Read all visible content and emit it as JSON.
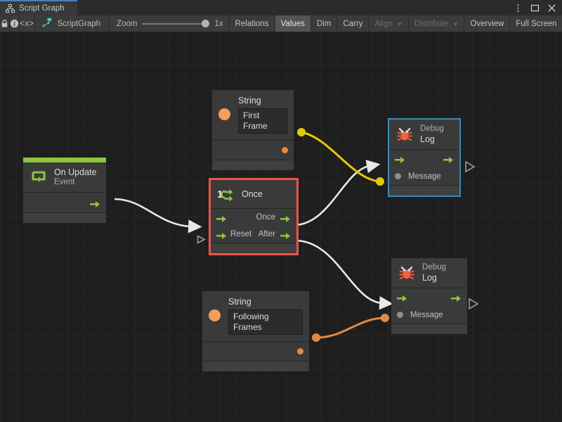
{
  "window": {
    "tab_title": "Script Graph",
    "tab_icon": "script-graph-icon",
    "controls": [
      {
        "name": "kebab-menu-icon",
        "label": "⋮"
      },
      {
        "name": "maximize-icon",
        "label": "❐"
      },
      {
        "name": "close-icon",
        "label": "✕"
      }
    ],
    "accent_color": "#4b7fbe"
  },
  "toolbar": {
    "lock_icon": "lock-icon",
    "info_icon": "info-icon",
    "code_icon": "code-brackets-icon",
    "code_label": "<x>",
    "graph_icon": "scriptgraph-icon",
    "graph_name": "ScriptGraph",
    "zoom_label": "Zoom",
    "zoom_value": "1x",
    "buttons": [
      {
        "name": "relations-button",
        "label": "Relations",
        "state": "normal"
      },
      {
        "name": "values-button",
        "label": "Values",
        "state": "active"
      },
      {
        "name": "dim-button",
        "label": "Dim",
        "state": "normal"
      },
      {
        "name": "carry-button",
        "label": "Carry",
        "state": "normal"
      },
      {
        "name": "align-dropdown",
        "label": "Align",
        "state": "disabled",
        "caret": "▼"
      },
      {
        "name": "distribute-dropdown",
        "label": "Distribute",
        "state": "disabled",
        "caret": "▼"
      },
      {
        "name": "overview-button",
        "label": "Overview",
        "state": "normal"
      },
      {
        "name": "fullscreen-button",
        "label": "Full Screen",
        "state": "normal"
      }
    ]
  },
  "graph": {
    "nodes": {
      "on_update": {
        "title": "On Update",
        "subtitle": "Event",
        "icon": "on-update-event-icon",
        "accent_color": "#8cc63f",
        "output_port": "flow-out-port"
      },
      "string_first": {
        "title": "String",
        "value": "First Frame",
        "icon": "string-value-icon"
      },
      "string_following": {
        "title": "String",
        "value": "Following Frames",
        "icon": "string-value-icon"
      },
      "once": {
        "title": "Once",
        "badge": "1",
        "icon": "once-loop-icon",
        "selected": "red",
        "ports_in": [
          "",
          "Reset"
        ],
        "ports_out": [
          "Once",
          "After"
        ]
      },
      "debug_log_top": {
        "title": "Debug",
        "subtitle": "Log",
        "icon": "bug-icon",
        "selected": "blue",
        "message_label": "Message"
      },
      "debug_log_bottom": {
        "title": "Debug",
        "subtitle": "Log",
        "icon": "bug-icon",
        "selected": "none",
        "message_label": "Message"
      }
    },
    "wire_colors": {
      "flow": "#e8e8e8",
      "value_selected": "#e3c80a",
      "value": "#e08a45"
    }
  }
}
